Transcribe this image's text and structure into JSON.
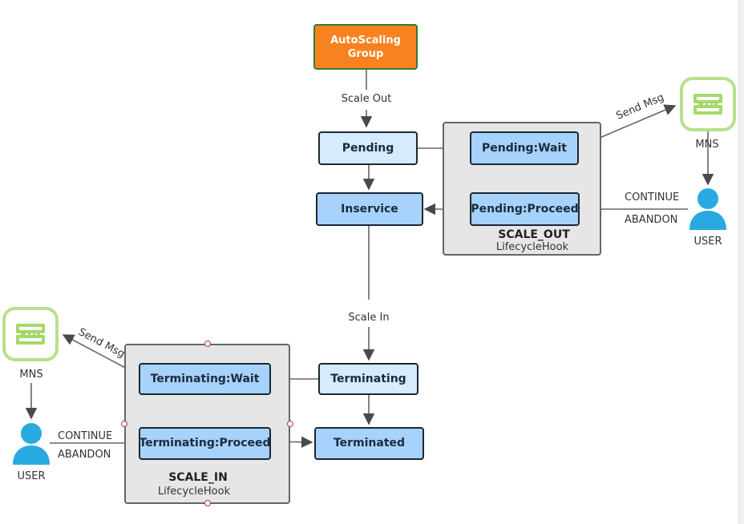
{
  "nodes": {
    "autoscaling_group": "AutoScaling\nGroup",
    "pending": "Pending",
    "inservice": "Inservice",
    "pending_wait": "Pending:Wait",
    "pending_proceed": "Pending:Proceed",
    "terminating": "Terminating",
    "terminated": "Terminated",
    "terminating_wait": "Terminating:Wait",
    "terminating_proceed": "Terminating:Proceed"
  },
  "edges": {
    "scale_out": "Scale Out",
    "scale_in": "Scale In",
    "send_msg_top": "Send Msg",
    "send_msg_bottom": "Send Msg",
    "continue_top": "CONTINUE",
    "abandon_top": "ABANDON",
    "continue_bottom": "CONTINUE",
    "abandon_bottom": "ABANDON"
  },
  "hooks": {
    "scale_out": {
      "title": "SCALE_OUT",
      "subtitle": "LifecycleHook"
    },
    "scale_in": {
      "title": "SCALE_IN",
      "subtitle": "LifecycleHook"
    }
  },
  "actors": {
    "mns_top": "MNS",
    "mns_bottom": "MNS",
    "user_top": "USER",
    "user_bottom": "USER"
  },
  "icons": {
    "mns": "mns-logo-icon",
    "user": "user-person-icon"
  },
  "colors": {
    "orange": "#f8821f",
    "light_blue": "#d6ebfd",
    "mid_blue": "#a6d2fb",
    "hook_gray": "#e6e6e6",
    "mns_green": "#a6d96a",
    "user_blue": "#29a9e1"
  }
}
